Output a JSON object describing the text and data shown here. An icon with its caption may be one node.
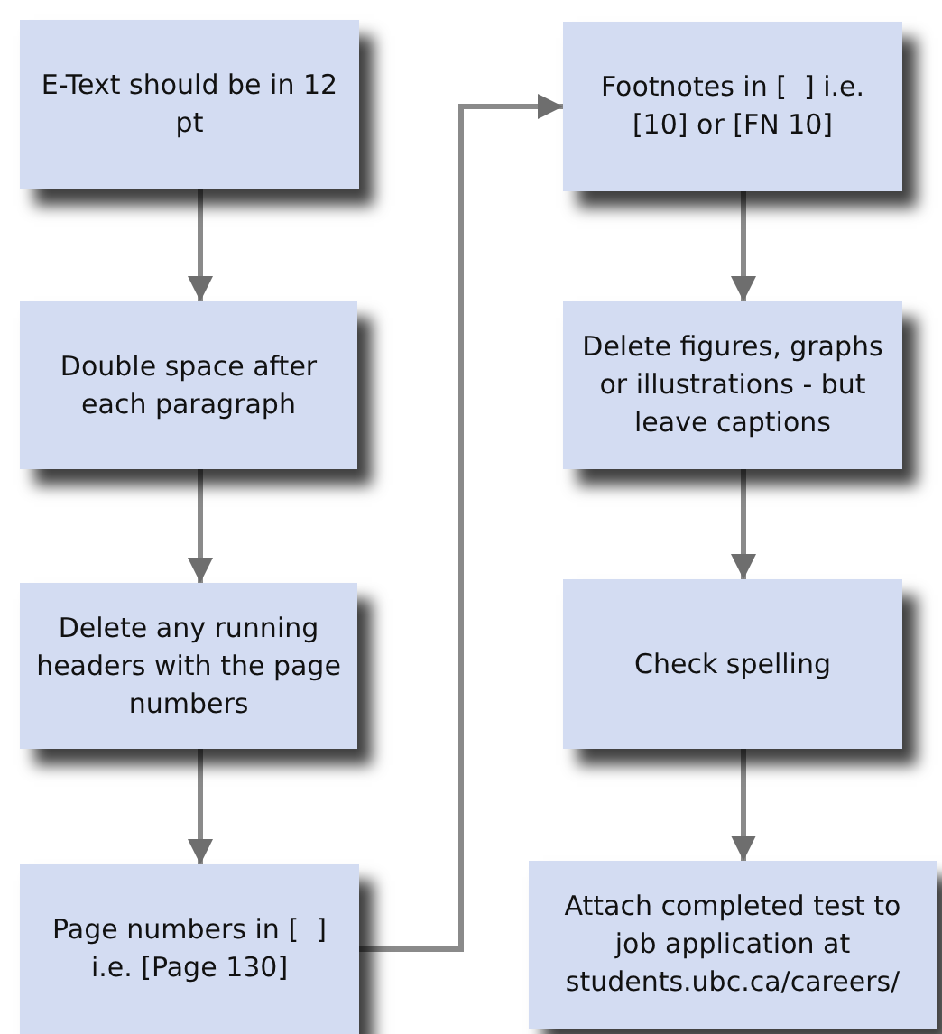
{
  "diagram": {
    "nodes": [
      {
        "text": [
          "E-Text should be in 12 pt"
        ]
      },
      {
        "text": [
          "Double space after each paragraph"
        ]
      },
      {
        "text": [
          "Delete any running headers with the page numbers"
        ]
      },
      {
        "text": [
          "Page numbers in [  ] i.e. [Page 130]"
        ]
      },
      {
        "text": [
          "Footnotes in [  ] i.e. [10] or [FN 10]"
        ]
      },
      {
        "text": [
          "Delete figures, graphs or illustrations - but leave captions"
        ]
      },
      {
        "text": [
          "Check spelling"
        ]
      },
      {
        "text": [
          "Attach completed test to job application at students.ubc.ca/careers/"
        ]
      }
    ],
    "edges": [
      {
        "from": 0,
        "to": 1,
        "arrow": "to"
      },
      {
        "from": 1,
        "to": 2,
        "arrow": "to"
      },
      {
        "from": 2,
        "to": 3,
        "arrow": "to"
      },
      {
        "from": 3,
        "to": 4,
        "arrow": "to"
      },
      {
        "from": 4,
        "to": 5,
        "arrow": "to"
      },
      {
        "from": 5,
        "to": 6,
        "arrow": "to"
      },
      {
        "from": 6,
        "to": 7,
        "arrow": "to"
      }
    ]
  }
}
